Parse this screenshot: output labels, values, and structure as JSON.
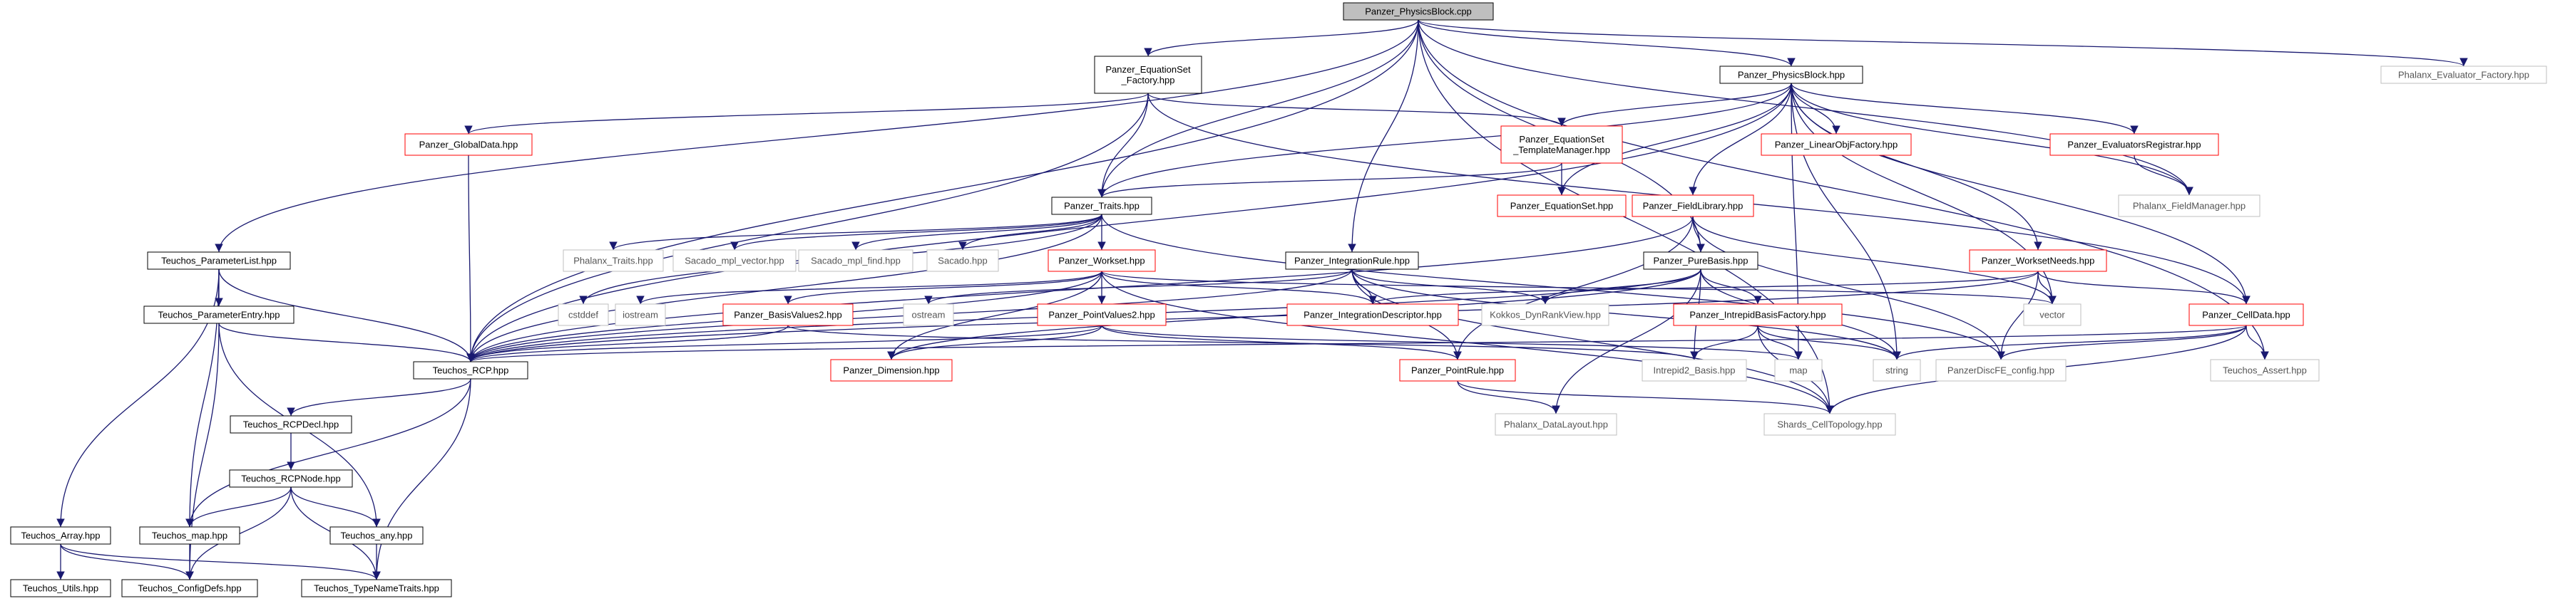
{
  "nodes": {
    "physicsblock_cpp": {
      "label": "Panzer_PhysicsBlock.cpp",
      "kind": "root"
    },
    "teuchos_parameterlist": {
      "label": "Teuchos_ParameterList.hpp",
      "kind": "doc"
    },
    "equationset_factory": {
      "label": "Panzer_EquationSet\n_Factory.hpp",
      "kind": "doc"
    },
    "physicsblock_hpp": {
      "label": "Panzer_PhysicsBlock.hpp",
      "kind": "doc"
    },
    "phalanx_evaluator_factory": {
      "label": "Phalanx_Evaluator_Factory.hpp",
      "kind": "ext"
    },
    "globaldata": {
      "label": "Panzer_GlobalData.hpp",
      "kind": "trunc"
    },
    "equationset_templatemanager": {
      "label": "Panzer_EquationSet\n_TemplateManager.hpp",
      "kind": "trunc"
    },
    "linearobjfactory": {
      "label": "Panzer_LinearObjFactory.hpp",
      "kind": "trunc"
    },
    "evaluatorsregistrar": {
      "label": "Panzer_EvaluatorsRegistrar.hpp",
      "kind": "trunc"
    },
    "panzer_traits": {
      "label": "Panzer_Traits.hpp",
      "kind": "doc"
    },
    "phalanx_fieldmanager": {
      "label": "Phalanx_FieldManager.hpp",
      "kind": "ext"
    },
    "panzer_equationset": {
      "label": "Panzer_EquationSet.hpp",
      "kind": "trunc"
    },
    "panzer_fieldlibrary": {
      "label": "Panzer_FieldLibrary.hpp",
      "kind": "trunc"
    },
    "teuchos_parameterentry": {
      "label": "Teuchos_ParameterEntry.hpp",
      "kind": "doc"
    },
    "phalanx_traits": {
      "label": "Phalanx_Traits.hpp",
      "kind": "ext"
    },
    "sacado_mpl_vector": {
      "label": "Sacado_mpl_vector.hpp",
      "kind": "ext"
    },
    "sacado_mpl_find": {
      "label": "Sacado_mpl_find.hpp",
      "kind": "ext"
    },
    "sacado": {
      "label": "Sacado.hpp",
      "kind": "ext"
    },
    "panzer_workset": {
      "label": "Panzer_Workset.hpp",
      "kind": "trunc"
    },
    "panzer_integrationrule": {
      "label": "Panzer_IntegrationRule.hpp",
      "kind": "doc"
    },
    "panzer_purebasis": {
      "label": "Panzer_PureBasis.hpp",
      "kind": "doc"
    },
    "panzer_worksetneeds": {
      "label": "Panzer_WorksetNeeds.hpp",
      "kind": "trunc"
    },
    "cstddef": {
      "label": "cstddef",
      "kind": "ext"
    },
    "iostream": {
      "label": "iostream",
      "kind": "ext"
    },
    "panzer_basisvalues2": {
      "label": "Panzer_BasisValues2.hpp",
      "kind": "trunc"
    },
    "ostream": {
      "label": "ostream",
      "kind": "ext"
    },
    "panzer_pointvalues2": {
      "label": "Panzer_PointValues2.hpp",
      "kind": "trunc"
    },
    "panzer_integrationdescriptor": {
      "label": "Panzer_IntegrationDescriptor.hpp",
      "kind": "trunc"
    },
    "kokkos_dynrankview": {
      "label": "Kokkos_DynRankView.hpp",
      "kind": "ext"
    },
    "panzer_intrepidbasisfactory": {
      "label": "Panzer_IntrepidBasisFactory.hpp",
      "kind": "trunc"
    },
    "vector": {
      "label": "vector",
      "kind": "ext"
    },
    "panzer_celldata": {
      "label": "Panzer_CellData.hpp",
      "kind": "trunc"
    },
    "teuchos_rcp": {
      "label": "Teuchos_RCP.hpp",
      "kind": "doc"
    },
    "panzer_dimension": {
      "label": "Panzer_Dimension.hpp",
      "kind": "trunc"
    },
    "panzer_pointrule": {
      "label": "Panzer_PointRule.hpp",
      "kind": "trunc"
    },
    "intrepid2_basis": {
      "label": "Intrepid2_Basis.hpp",
      "kind": "ext"
    },
    "map": {
      "label": "map",
      "kind": "ext"
    },
    "string": {
      "label": "string",
      "kind": "ext"
    },
    "panzerdiscfe_config": {
      "label": "PanzerDiscFE_config.hpp",
      "kind": "ext"
    },
    "teuchos_assert": {
      "label": "Teuchos_Assert.hpp",
      "kind": "ext"
    },
    "teuchos_rcpdecl": {
      "label": "Teuchos_RCPDecl.hpp",
      "kind": "doc"
    },
    "phalanx_datalayout": {
      "label": "Phalanx_DataLayout.hpp",
      "kind": "ext"
    },
    "shards_celltopology": {
      "label": "Shards_CellTopology.hpp",
      "kind": "ext"
    },
    "teuchos_rcpnode": {
      "label": "Teuchos_RCPNode.hpp",
      "kind": "doc"
    },
    "teuchos_array": {
      "label": "Teuchos_Array.hpp",
      "kind": "doc"
    },
    "teuchos_map": {
      "label": "Teuchos_map.hpp",
      "kind": "doc"
    },
    "teuchos_any": {
      "label": "Teuchos_any.hpp",
      "kind": "doc"
    },
    "teuchos_utils": {
      "label": "Teuchos_Utils.hpp",
      "kind": "doc"
    },
    "teuchos_configdefs": {
      "label": "Teuchos_ConfigDefs.hpp",
      "kind": "doc"
    },
    "teuchos_typenametraits": {
      "label": "Teuchos_TypeNameTraits.hpp",
      "kind": "doc"
    }
  },
  "edges": [
    [
      "physicsblock_cpp",
      "equationset_factory"
    ],
    [
      "physicsblock_cpp",
      "physicsblock_hpp"
    ],
    [
      "physicsblock_cpp",
      "phalanx_evaluator_factory"
    ],
    [
      "physicsblock_cpp",
      "teuchos_parameterlist"
    ],
    [
      "physicsblock_cpp",
      "teuchos_rcp"
    ],
    [
      "physicsblock_cpp",
      "panzer_traits"
    ],
    [
      "physicsblock_cpp",
      "panzer_integrationrule"
    ],
    [
      "physicsblock_cpp",
      "panzer_purebasis"
    ],
    [
      "physicsblock_cpp",
      "phalanx_fieldmanager"
    ],
    [
      "physicsblock_cpp",
      "teuchos_assert"
    ],
    [
      "physicsblock_cpp",
      "shards_celltopology"
    ],
    [
      "equationset_factory",
      "globaldata"
    ],
    [
      "equationset_factory",
      "equationset_templatemanager"
    ],
    [
      "equationset_factory",
      "panzer_traits"
    ],
    [
      "equationset_factory",
      "teuchos_rcp"
    ],
    [
      "equationset_factory",
      "panzer_celldata"
    ],
    [
      "physicsblock_hpp",
      "equationset_templatemanager"
    ],
    [
      "physicsblock_hpp",
      "linearobjfactory"
    ],
    [
      "physicsblock_hpp",
      "evaluatorsregistrar"
    ],
    [
      "physicsblock_hpp",
      "panzer_traits"
    ],
    [
      "physicsblock_hpp",
      "phalanx_fieldmanager"
    ],
    [
      "physicsblock_hpp",
      "panzer_equationset"
    ],
    [
      "physicsblock_hpp",
      "panzer_fieldlibrary"
    ],
    [
      "physicsblock_hpp",
      "panzer_worksetneeds"
    ],
    [
      "physicsblock_hpp",
      "panzer_celldata"
    ],
    [
      "physicsblock_hpp",
      "teuchos_rcp"
    ],
    [
      "physicsblock_hpp",
      "vector"
    ],
    [
      "physicsblock_hpp",
      "map"
    ],
    [
      "physicsblock_hpp",
      "string"
    ],
    [
      "globaldata",
      "teuchos_rcp"
    ],
    [
      "equationset_templatemanager",
      "panzer_traits"
    ],
    [
      "equationset_templatemanager",
      "panzer_equationset"
    ],
    [
      "evaluatorsregistrar",
      "phalanx_fieldmanager"
    ],
    [
      "panzer_traits",
      "phalanx_traits"
    ],
    [
      "panzer_traits",
      "sacado_mpl_vector"
    ],
    [
      "panzer_traits",
      "sacado_mpl_find"
    ],
    [
      "panzer_traits",
      "sacado"
    ],
    [
      "panzer_traits",
      "panzer_workset"
    ],
    [
      "panzer_traits",
      "teuchos_rcp"
    ],
    [
      "panzer_traits",
      "cstddef"
    ],
    [
      "panzer_traits",
      "panzerdiscfe_config"
    ],
    [
      "panzer_fieldlibrary",
      "panzer_purebasis"
    ],
    [
      "panzer_fieldlibrary",
      "panzer_pointrule"
    ],
    [
      "panzer_fieldlibrary",
      "vector"
    ],
    [
      "panzer_fieldlibrary",
      "panzerdiscfe_config"
    ],
    [
      "panzer_fieldlibrary",
      "teuchos_rcp"
    ],
    [
      "teuchos_parameterlist",
      "teuchos_parameterentry"
    ],
    [
      "teuchos_parameterlist",
      "teuchos_rcp"
    ],
    [
      "teuchos_parameterlist",
      "teuchos_array"
    ],
    [
      "teuchos_parameterlist",
      "teuchos_map"
    ],
    [
      "teuchos_parameterentry",
      "teuchos_rcp"
    ],
    [
      "teuchos_parameterentry",
      "teuchos_any"
    ],
    [
      "teuchos_parameterentry",
      "teuchos_configdefs"
    ],
    [
      "panzer_workset",
      "iostream"
    ],
    [
      "panzer_workset",
      "panzer_basisvalues2"
    ],
    [
      "panzer_workset",
      "panzer_pointvalues2"
    ],
    [
      "panzer_workset",
      "panzer_integrationdescriptor"
    ],
    [
      "panzer_workset",
      "teuchos_rcp"
    ],
    [
      "panzer_workset",
      "panzer_dimension"
    ],
    [
      "panzer_workset",
      "vector"
    ],
    [
      "panzer_workset",
      "shards_celltopology"
    ],
    [
      "panzer_integrationrule",
      "ostream"
    ],
    [
      "panzer_integrationrule",
      "panzer_integrationdescriptor"
    ],
    [
      "panzer_integrationrule",
      "kokkos_dynrankview"
    ],
    [
      "panzer_integrationrule",
      "panzer_pointrule"
    ],
    [
      "panzer_integrationrule",
      "teuchos_rcp"
    ],
    [
      "panzer_integrationrule",
      "string"
    ],
    [
      "panzer_integrationrule",
      "shards_celltopology"
    ],
    [
      "panzer_purebasis",
      "panzer_intrepidbasisfactory"
    ],
    [
      "panzer_purebasis",
      "kokkos_dynrankview"
    ],
    [
      "panzer_purebasis",
      "intrepid2_basis"
    ],
    [
      "panzer_purebasis",
      "phalanx_datalayout"
    ],
    [
      "panzer_purebasis",
      "teuchos_rcp"
    ],
    [
      "panzer_purebasis",
      "string"
    ],
    [
      "panzer_purebasis",
      "panzer_dimension"
    ],
    [
      "panzer_worksetneeds",
      "panzer_celldata"
    ],
    [
      "panzer_worksetneeds",
      "vector"
    ],
    [
      "panzer_worksetneeds",
      "panzer_integrationdescriptor"
    ],
    [
      "panzer_worksetneeds",
      "panzerdiscfe_config"
    ],
    [
      "panzer_worksetneeds",
      "teuchos_rcp"
    ],
    [
      "panzer_basisvalues2",
      "teuchos_rcp"
    ],
    [
      "panzer_basisvalues2",
      "intrepid2_basis"
    ],
    [
      "panzer_pointvalues2",
      "panzer_dimension"
    ],
    [
      "panzer_pointvalues2",
      "panzer_pointrule"
    ],
    [
      "panzer_pointvalues2",
      "map"
    ],
    [
      "panzer_pointvalues2",
      "teuchos_rcp"
    ],
    [
      "panzer_intrepidbasisfactory",
      "intrepid2_basis"
    ],
    [
      "panzer_intrepidbasisfactory",
      "map"
    ],
    [
      "panzer_intrepidbasisfactory",
      "string"
    ],
    [
      "panzer_intrepidbasisfactory",
      "shards_celltopology"
    ],
    [
      "panzer_celldata",
      "teuchos_rcp"
    ],
    [
      "panzer_celldata",
      "teuchos_assert"
    ],
    [
      "panzer_celldata",
      "shards_celltopology"
    ],
    [
      "panzer_celldata",
      "string"
    ],
    [
      "panzer_celldata",
      "panzerdiscfe_config"
    ],
    [
      "panzer_pointrule",
      "phalanx_datalayout"
    ],
    [
      "panzer_pointrule",
      "shards_celltopology"
    ],
    [
      "teuchos_rcp",
      "teuchos_rcpdecl"
    ],
    [
      "teuchos_rcp",
      "teuchos_map"
    ],
    [
      "teuchos_rcp",
      "teuchos_typenametraits"
    ],
    [
      "teuchos_rcpdecl",
      "teuchos_rcpnode"
    ],
    [
      "teuchos_rcpnode",
      "teuchos_map"
    ],
    [
      "teuchos_rcpnode",
      "teuchos_any"
    ],
    [
      "teuchos_rcpnode",
      "teuchos_configdefs"
    ],
    [
      "teuchos_rcpnode",
      "teuchos_typenametraits"
    ],
    [
      "teuchos_array",
      "teuchos_utils"
    ],
    [
      "teuchos_array",
      "teuchos_configdefs"
    ],
    [
      "teuchos_array",
      "teuchos_typenametraits"
    ],
    [
      "teuchos_map",
      "teuchos_configdefs"
    ],
    [
      "teuchos_any",
      "teuchos_typenametraits"
    ]
  ],
  "colors": {
    "edge": "#191970",
    "doc_border": "#000000",
    "trunc_border": "#ff0000",
    "ext_border": "#bfbfbf",
    "root_fill": "#bfbfbf",
    "doc_text": "#000000",
    "ext_text": "#555555"
  }
}
